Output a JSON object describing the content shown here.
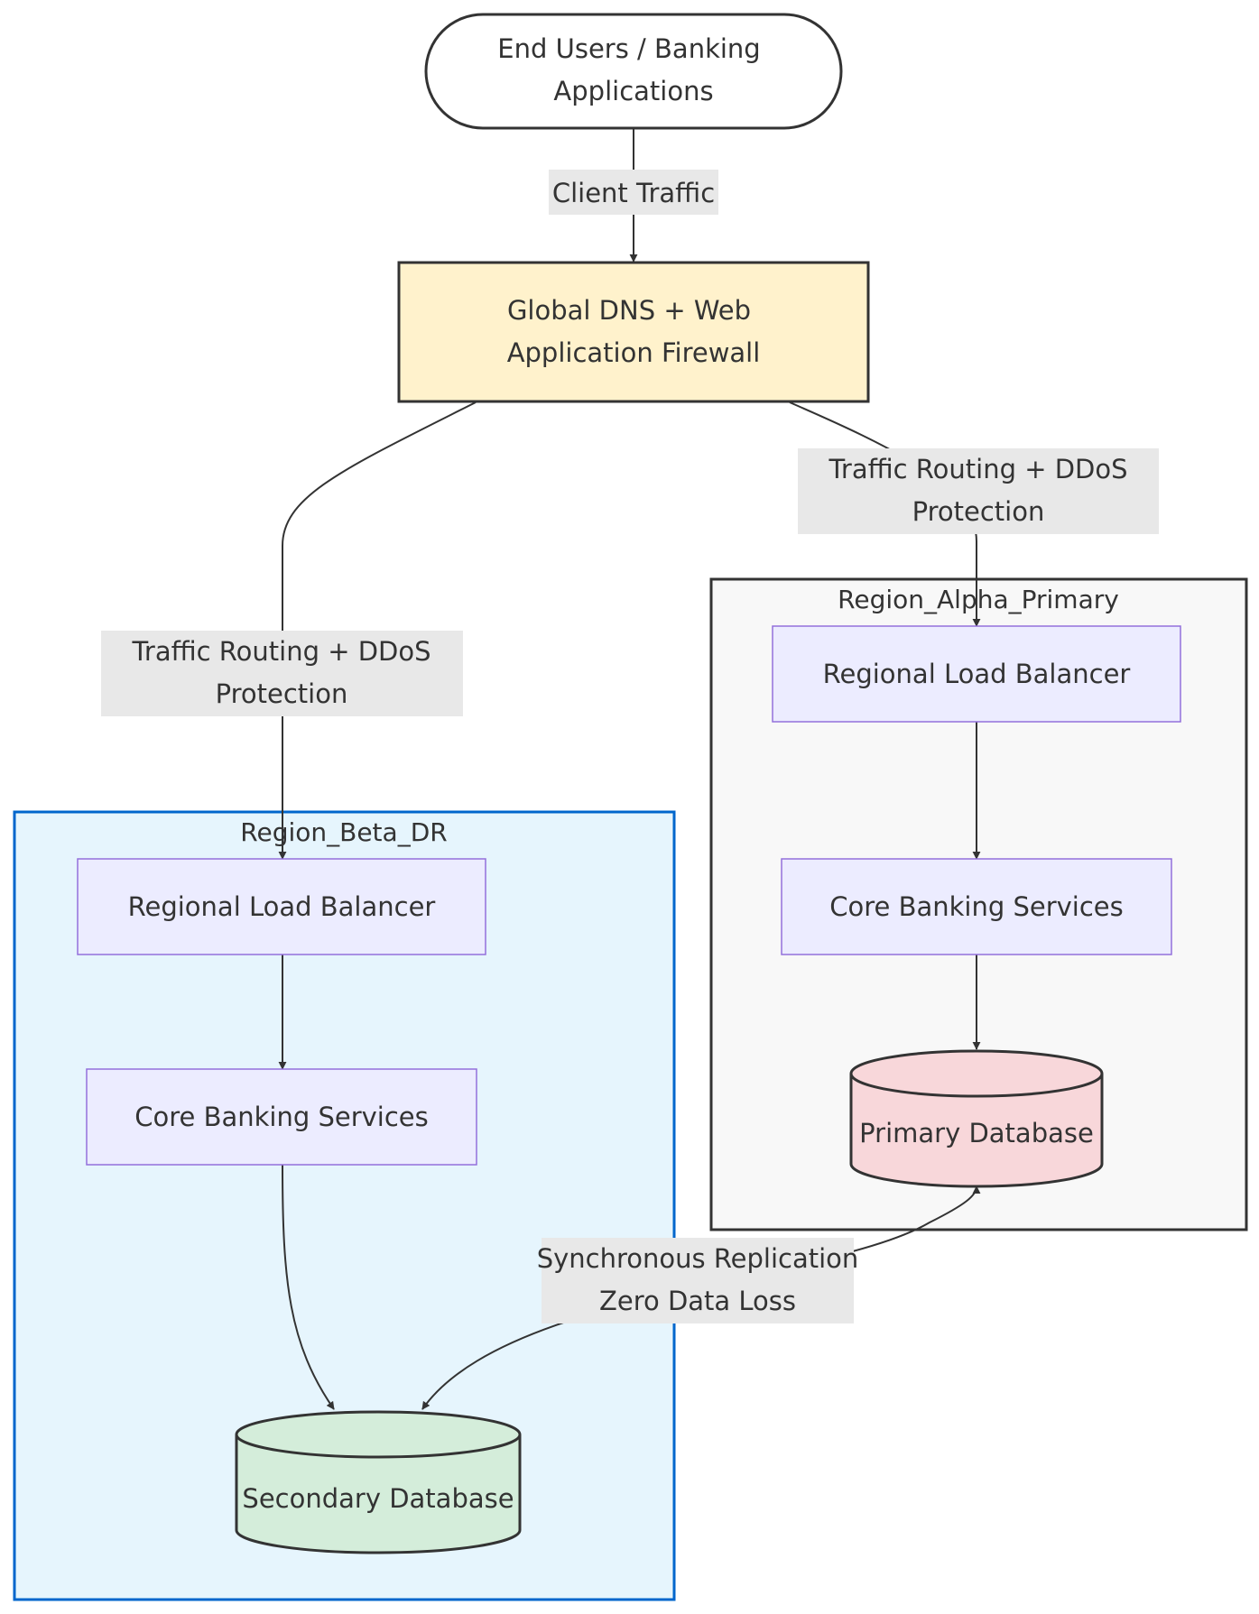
{
  "diagram": {
    "nodes": {
      "end_users": {
        "line1": "End Users / Banking",
        "line2": "Applications"
      },
      "dns_waf": {
        "line1": "Global DNS + Web",
        "line2": "Application Firewall"
      },
      "alpha_lb": {
        "label": "Regional Load Balancer"
      },
      "alpha_core": {
        "label": "Core Banking Services"
      },
      "primary_db": {
        "label": "Primary Database"
      },
      "beta_lb": {
        "label": "Regional Load Balancer"
      },
      "beta_core": {
        "label": "Core Banking Services"
      },
      "secondary_db": {
        "label": "Secondary Database"
      }
    },
    "clusters": {
      "alpha": {
        "title": "Region_Alpha_Primary"
      },
      "beta": {
        "title": "Region_Beta_DR"
      }
    },
    "edge_labels": {
      "client_traffic": "Client Traffic",
      "routing_alpha": {
        "line1": "Traffic Routing + DDoS",
        "line2": "Protection"
      },
      "routing_beta": {
        "line1": "Traffic Routing + DDoS",
        "line2": "Protection"
      },
      "replication": {
        "line1": "Synchronous Replication",
        "line2": "Zero Data Loss"
      }
    },
    "colors": {
      "dns_fill": "#fff2cc",
      "default_node_fill": "#ececff",
      "default_node_stroke": "#9370db",
      "primary_db_fill": "#f8d7da",
      "secondary_db_fill": "#d4edda",
      "alpha_cluster_fill": "#f8f8f8",
      "beta_cluster_fill": "#e6f5fd",
      "beta_cluster_stroke": "#0066cc",
      "edge_label_bg": "#e8e8e8",
      "line": "#333333"
    }
  }
}
